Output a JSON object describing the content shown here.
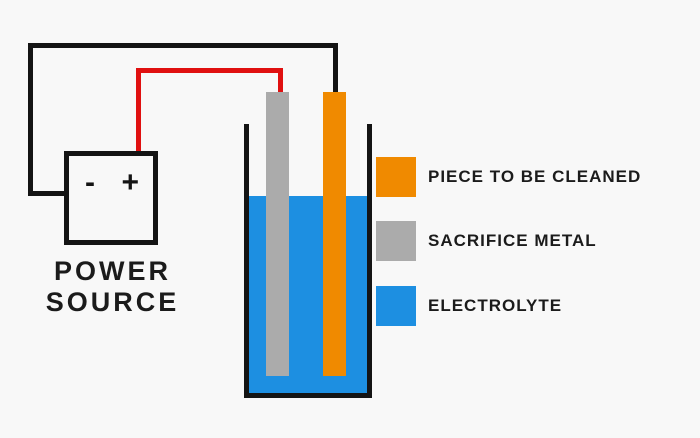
{
  "power_source": {
    "minus": "-",
    "plus": "+",
    "label_line1": "POWER",
    "label_line2": "SOURCE"
  },
  "legend": {
    "items": [
      {
        "label": "PIECE TO BE CLEANED",
        "color": "#F08A00"
      },
      {
        "label": "SACRIFICE METAL",
        "color": "#ABABAB"
      },
      {
        "label": "ELECTROLYTE",
        "color": "#1D8FE1"
      }
    ]
  },
  "colors": {
    "background": "#F8F8F8",
    "wire_black": "#141414",
    "wire_red": "#E01010",
    "beaker_outline": "#141414",
    "electrolyte": "#1D8FE1",
    "sacrifice_metal": "#ABABAB",
    "piece_to_be_cleaned": "#F08A00"
  }
}
